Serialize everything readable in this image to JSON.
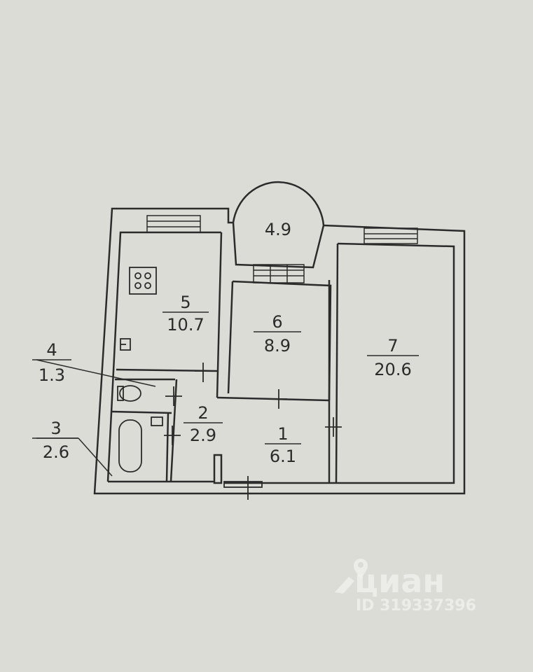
{
  "plan": {
    "balcony": {
      "area": "4.9"
    },
    "rooms": [
      {
        "number": "1",
        "area": "6.1"
      },
      {
        "number": "2",
        "area": "2.9"
      },
      {
        "number": "3",
        "area": "2.6"
      },
      {
        "number": "4",
        "area": "1.3"
      },
      {
        "number": "5",
        "area": "10.7"
      },
      {
        "number": "6",
        "area": "8.9"
      },
      {
        "number": "7",
        "area": "20.6"
      }
    ]
  },
  "watermark": {
    "brand": "циан",
    "listing_id": "ID 319337396"
  },
  "colors": {
    "paper": "#dcdcd6",
    "ink": "#2b2b2b",
    "watermark": "#f2f2ee"
  }
}
